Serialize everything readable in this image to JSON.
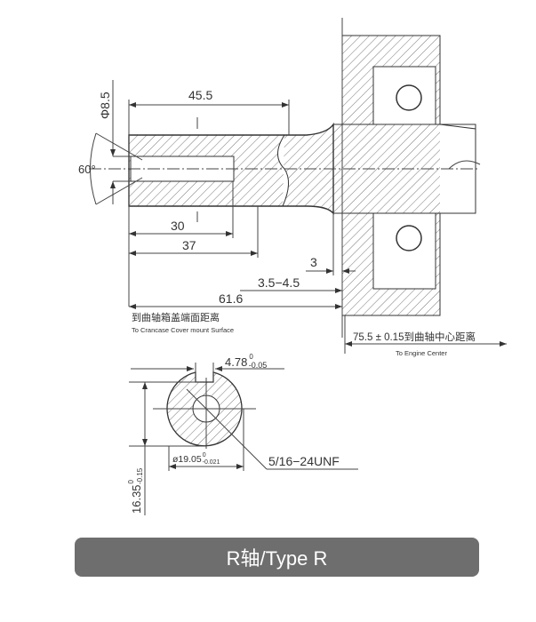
{
  "dimensions": {
    "dia_8_5": "Φ8.5",
    "len_45_5": "45.5",
    "angle_60": "60°",
    "len_30": "30",
    "len_37": "37",
    "len_3": "3",
    "len_3_5_4_5": "3.5−4.5",
    "len_61_6": "61.6",
    "crankcase_cn": "到曲轴箱盖端面距离",
    "crankcase_en": "To Crancase Cover mount Surface",
    "engine_center_cn": "75.5 ± 0.15到曲轴中心距离",
    "engine_center_en": "To Engine Center",
    "keyway": "4.78",
    "keyway_tol_upper": "0",
    "keyway_tol_lower": "-0.05",
    "shaft_dia": "ø19.05",
    "shaft_dia_tol_upper": "0",
    "shaft_dia_tol_lower": "-0.021",
    "thread": "5/16−24UNF",
    "height": "16.35",
    "height_tol_upper": "0",
    "height_tol_lower": "-0.15"
  },
  "banner": {
    "label": "R轴/Type R",
    "color": "#6e6e6e"
  }
}
